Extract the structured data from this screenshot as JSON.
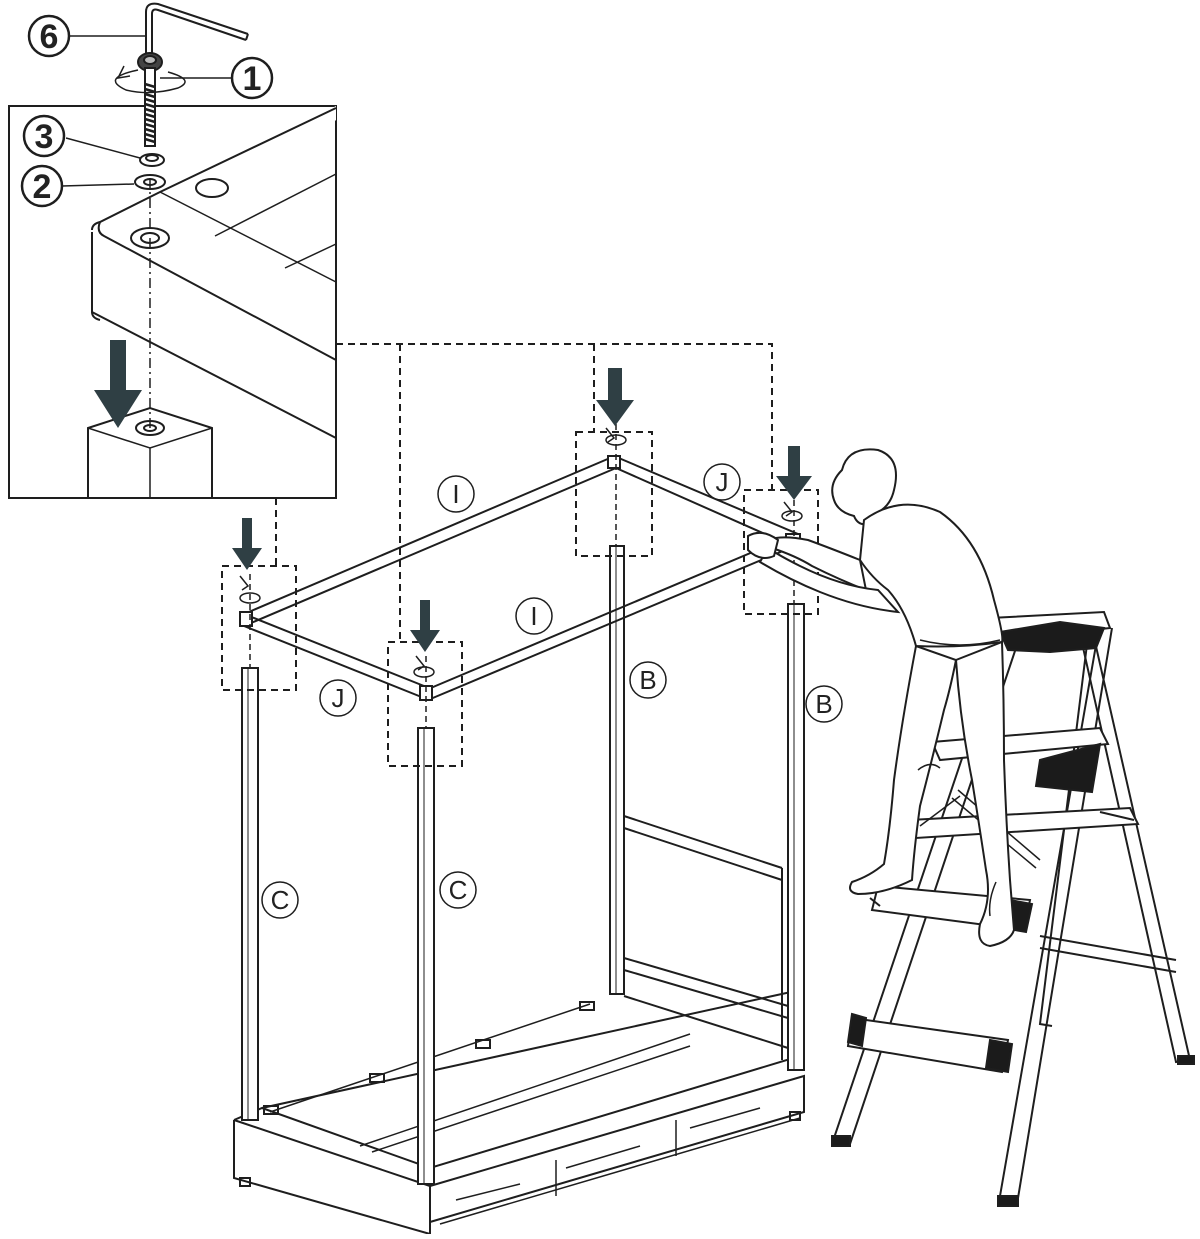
{
  "callouts": {
    "hex_key": "6",
    "bolt": "1",
    "spring_washer": "3",
    "flat_washer": "2"
  },
  "part_labels": {
    "beam_i_back": "I",
    "beam_i_front": "I",
    "beam_j_right": "J",
    "beam_j_left": "J",
    "post_b_back": "B",
    "post_b_right": "B",
    "post_c_left": "C",
    "post_c_front": "C"
  },
  "colors": {
    "line": "#1e1e1e",
    "arrow": "#2f3f44",
    "step_pad": "#1b1b1b",
    "background": "#ffffff"
  },
  "icons": {
    "insert_arrow": "arrow-down-icon",
    "hex_key": "allen-key-icon",
    "bolt": "bolt-icon",
    "rotation": "rotate-icon"
  }
}
